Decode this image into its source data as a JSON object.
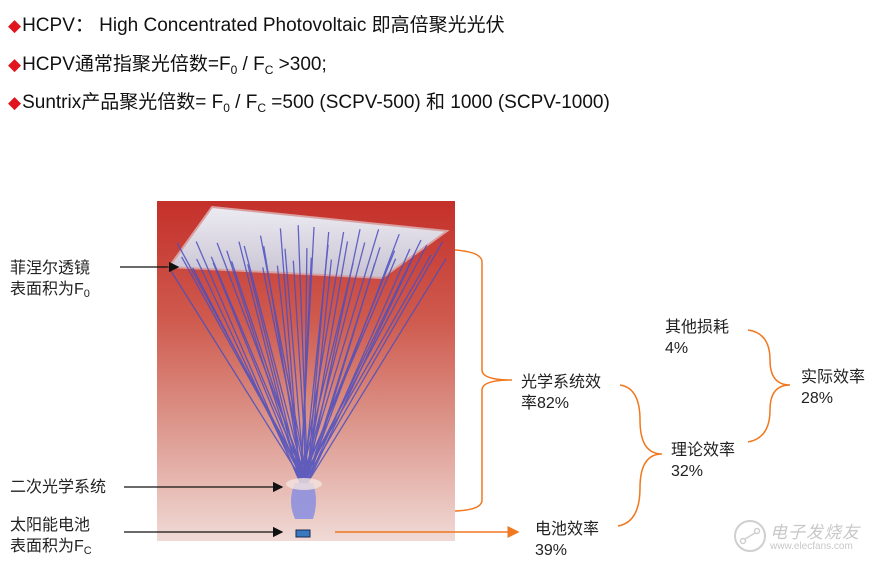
{
  "bullets": [
    {
      "marker": "◆",
      "text": "HCPV：  High Concentrated Photovoltaic 即高倍聚光光伏"
    },
    {
      "marker": "◆",
      "pre": "HCPV通常指聚光倍数=F",
      "sub1": "0",
      "mid": " / F",
      "sub2": "C",
      "post": " >300;"
    },
    {
      "marker": "◆",
      "pre": "Suntrix产品聚光倍数= F",
      "sub1": "0",
      "mid": " / F",
      "sub2": "C",
      "post": " =500 (SCPV-500) 和 1000 (SCPV-1000)"
    }
  ],
  "left_labels": {
    "fresnel_line1": "菲涅尔透镜",
    "fresnel_line2": "表面积为F",
    "fresnel_sub": "0",
    "secondary": "二次光学系统",
    "cell_line1": "太阳能电池",
    "cell_line2": "表面积为F",
    "cell_sub": "C"
  },
  "efficiency": {
    "optical": {
      "label_line1": "光学系统效",
      "label_line2": "率82%"
    },
    "cell": {
      "label": "电池效率",
      "value": "39%"
    },
    "theoretical": {
      "label": "理论效率",
      "value": "32%"
    },
    "other_loss": {
      "label": "其他损耗",
      "value": "4%"
    },
    "actual": {
      "label": "实际效率",
      "value": "28%"
    }
  },
  "colors": {
    "accent_orange": "#f07820",
    "bullet_red": "#e0161e",
    "ray_blue": "#4a4fc0",
    "cell_blue": "#3a78c0"
  },
  "watermark": {
    "line1": "电子发烧友",
    "line2": "www.elecfans.com"
  }
}
